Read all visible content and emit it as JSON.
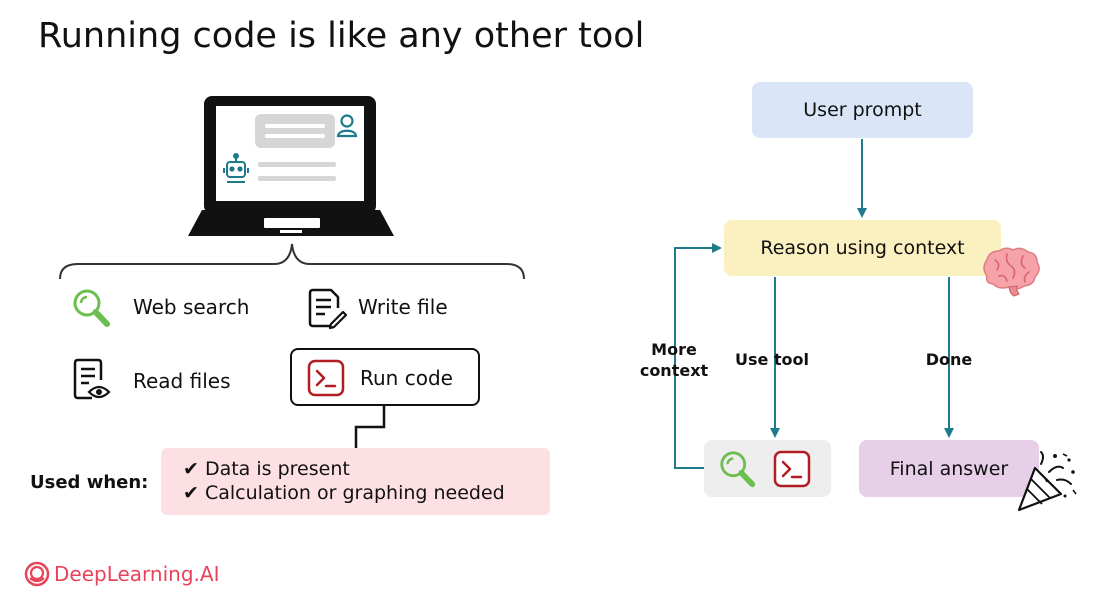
{
  "title": "Running code is like any other tool",
  "tools": {
    "web_search": "Web search",
    "write_file": "Write file",
    "read_files": "Read files",
    "run_code": "Run code"
  },
  "used_when": {
    "label": "Used when:",
    "items": [
      "✔ Data is present",
      "✔ Calculation or graphing needed"
    ]
  },
  "flow": {
    "user_prompt": "User prompt",
    "reason": "Reason using context",
    "more_context": [
      "More",
      "context"
    ],
    "use_tool": "Use tool",
    "done": "Done",
    "final_answer": "Final answer"
  },
  "brand": "DeepLearning.AI",
  "colors": {
    "teal": "#1f7a8c",
    "green": "#6cbf4e",
    "red": "#b01e23",
    "brand": "#e8435a"
  }
}
